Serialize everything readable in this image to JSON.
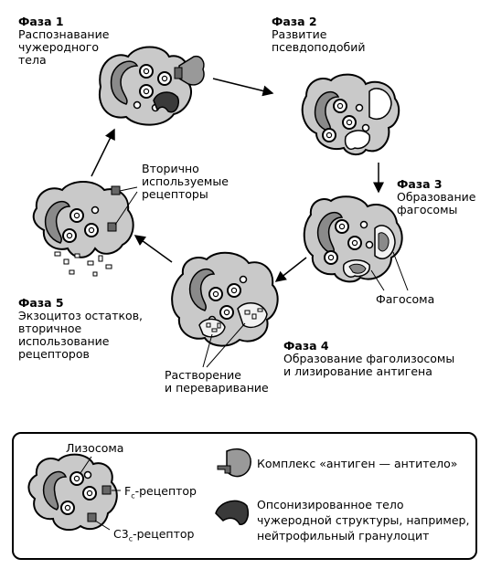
{
  "phases": [
    {
      "title": "Фаза 1",
      "lines": [
        "Распознавание",
        "чужеродного",
        "тела"
      ]
    },
    {
      "title": "Фаза 2",
      "lines": [
        "Развитие",
        "псевдоподобий"
      ]
    },
    {
      "title": "Фаза 3",
      "lines": [
        "Образование",
        "фагосомы"
      ]
    },
    {
      "title": "Фаза 4",
      "lines": [
        "Образование фаголизосомы",
        "и лизирование антигена"
      ]
    },
    {
      "title": "Фаза 5",
      "lines": [
        "Экзоцитоз остатков,",
        "вторичное",
        "использование",
        "рецепторов"
      ]
    }
  ],
  "annotations": {
    "secondary_receptors": [
      "Вторично",
      "используемые",
      "рецепторы"
    ],
    "phagosome": "Фагосома",
    "dissolution": [
      "Растворение",
      "и переваривание"
    ]
  },
  "legend": {
    "lysosome": "Лизосома",
    "fc_receptor_main": "F",
    "fc_receptor_sub": "c",
    "fc_receptor_rest": "-рецептор",
    "c3_receptor_main": "C3",
    "c3_receptor_sub": "c",
    "c3_receptor_rest": "-рецептор",
    "antigen_antibody": "Комплекс «антиген — антитело»",
    "opsonized": [
      "Опсонизированное тело",
      "чужеродной структуры, например,",
      "нейтрофильный гранулоцит"
    ]
  },
  "colors": {
    "cell_fill": "#c9c9c9",
    "nucleus": "#8a8a8a",
    "outline": "#000000",
    "vesicle_fill": "#ffffff",
    "dark": "#3a3a3a"
  }
}
